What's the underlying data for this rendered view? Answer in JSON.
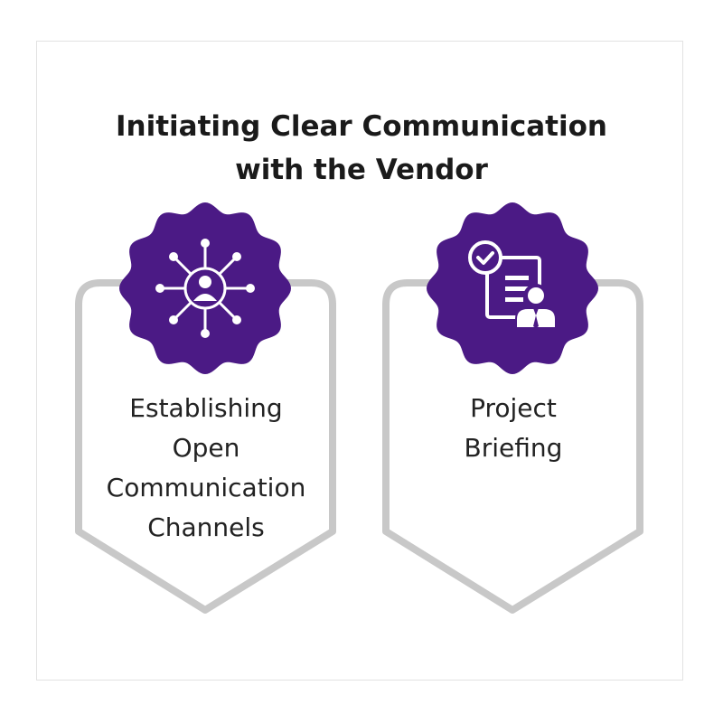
{
  "title": {
    "line1": "Initiating Clear Communication",
    "line2": "with the Vendor"
  },
  "colors": {
    "badge": "#4b1a85",
    "outline": "#c8c8c8",
    "icon": "#ffffff"
  },
  "cards": [
    {
      "icon": "network-person-icon",
      "lines": [
        "Establishing",
        "Open",
        "Communication",
        "Channels"
      ]
    },
    {
      "icon": "checklist-person-icon",
      "lines": [
        "Project",
        "Briefing"
      ]
    }
  ]
}
